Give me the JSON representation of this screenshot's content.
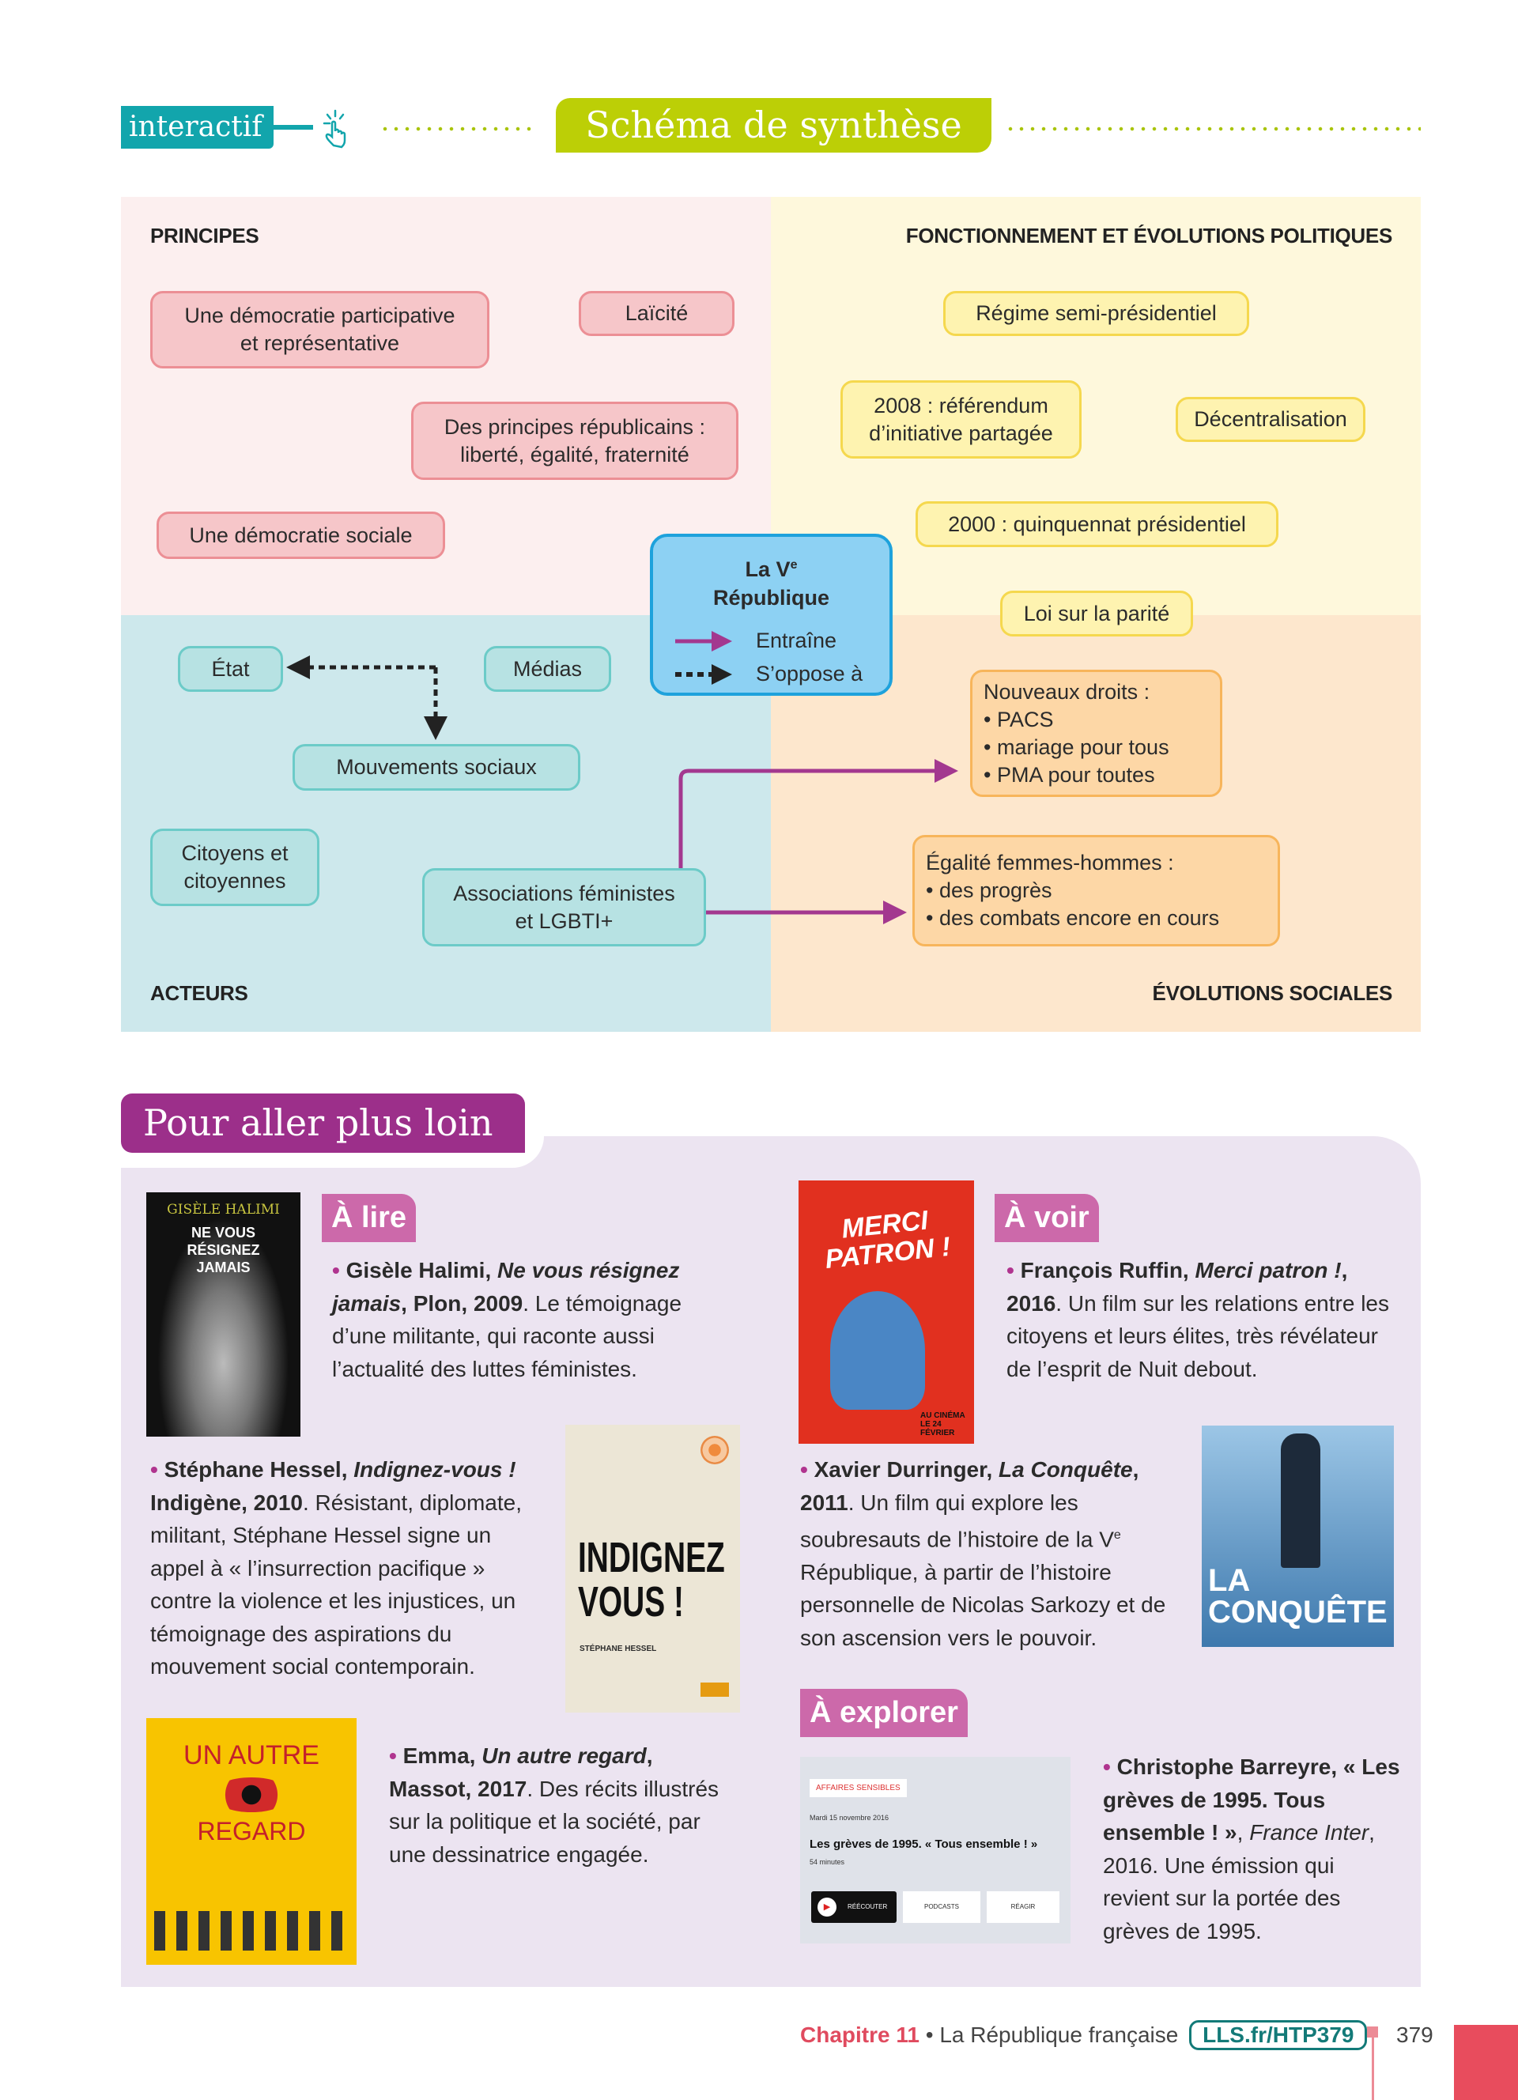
{
  "header": {
    "interactif": "interactif",
    "title": "Schéma de synthèse"
  },
  "diagram": {
    "quadrants": {
      "principes": "PRINCIPES",
      "fonctionnement": "FONCTIONNEMENT ET ÉVOLUTIONS POLITIQUES",
      "acteurs": "ACTEURS",
      "evolutions": "ÉVOLUTIONS SOCIALES"
    },
    "center": {
      "title_a": "La V",
      "title_sup": "e",
      "title_b": "République",
      "legend_entraine": "Entraîne",
      "legend_oppose": "S’oppose à"
    },
    "principes": [
      "Une démocratie participative\net représentative",
      "Laïcité",
      "Des principes républicains :\nliberté, égalité, fraternité",
      "Une démocratie sociale"
    ],
    "fonctionnement": [
      "Régime semi-présidentiel",
      "2008 : référendum\nd’initiative partagée",
      "Décentralisation",
      "2000 : quinquennat présidentiel",
      "Loi sur la parité"
    ],
    "acteurs": [
      "État",
      "Médias",
      "Mouvements sociaux",
      "Citoyens et\ncitoyennes",
      "Associations féministes\net LGBTI+"
    ],
    "evolutions": [
      "Nouveaux droits :\n• PACS\n• mariage pour tous\n• PMA pour toutes",
      "Égalité femmes-hommes :\n• des progrès\n• des combats encore en cours"
    ],
    "colors": {
      "entraine": "#a3388f",
      "oppose": "#222222"
    }
  },
  "more": {
    "title": "Pour aller plus loin",
    "tags": {
      "lire": "À lire",
      "voir": "À voir",
      "explorer": "À explorer"
    },
    "halimi": {
      "author": "Gisèle Halimi, ",
      "title": "Ne vous résignez jamais",
      "pub": ", Plon, 2009",
      "desc": ". Le témoignage d’une militante, qui raconte aussi l’actualité des luttes féministes.",
      "cover_author": "GISÈLE HALIMI",
      "cover_title": "NE VOUS RÉSIGNEZ JAMAIS"
    },
    "hessel": {
      "author": "Stéphane Hessel, ",
      "title": "Indignez-vous !",
      "pub": "Indigène, 2010",
      "desc": ". Résistant, diplomate, militant, Stéphane Hessel signe un appel à « l’insurrection pacifique » contre la violence et les injustices, un témoignage des aspirations du mouvement social contemporain.",
      "cover_title": "INDIGNEZ VOUS !",
      "cover_author": "STÉPHANE HESSEL"
    },
    "emma": {
      "author": "Emma, ",
      "title": "Un autre regard",
      "pub": ", Massot, 2017",
      "desc": ". Des récits illustrés sur la politique et la société, par une dessinatrice engagée.",
      "cover_a": "UN AUTRE",
      "cover_b": "REGARD"
    },
    "ruffin": {
      "author": "François Ruffin, ",
      "title": "Merci patron !",
      "pub": ", 2016",
      "desc": ". Un film sur les relations entre les citoyens et leurs élites, très révélateur de l’esprit de Nuit debout.",
      "cover_title": "MERCI PATRON !",
      "cover_date": "AU CINÉMA LE 24 FÉVRIER"
    },
    "durringer": {
      "author": "Xavier Durringer, ",
      "title": "La Conquête",
      "pub": ", 2011",
      "desc_a": ". Un film qui explore les soubresauts de l’histoire de la V",
      "desc_sup": "e",
      "desc_b": " République, à partir de l’histoire personnelle de Nicolas Sarkozy et de son ascension vers le pouvoir.",
      "cover_title": "LA CONQUÊTE"
    },
    "barreyre": {
      "author": "Christophe Barreyre, « Les grèves de 1995. Tous ensemble ! »",
      "pub": ", ",
      "source": "France Inter",
      "desc": ", 2016. Une émission qui revient sur la portée des grèves de 1995.",
      "shot": {
        "tag": "AFFAIRES SENSIBLES",
        "date": "Mardi 15 novembre 2016",
        "title": "Les grèves de 1995. « Tous ensemble ! »",
        "duration": "54 minutes",
        "b1": "RÉÉCOUTER",
        "b2": "PODCASTS",
        "b3": "RÉAGIR"
      }
    }
  },
  "footer": {
    "chapter": "Chapitre 11",
    "sep": " • ",
    "subject": "La République française ",
    "link": "LLS.fr/HTP379",
    "page": "379"
  }
}
